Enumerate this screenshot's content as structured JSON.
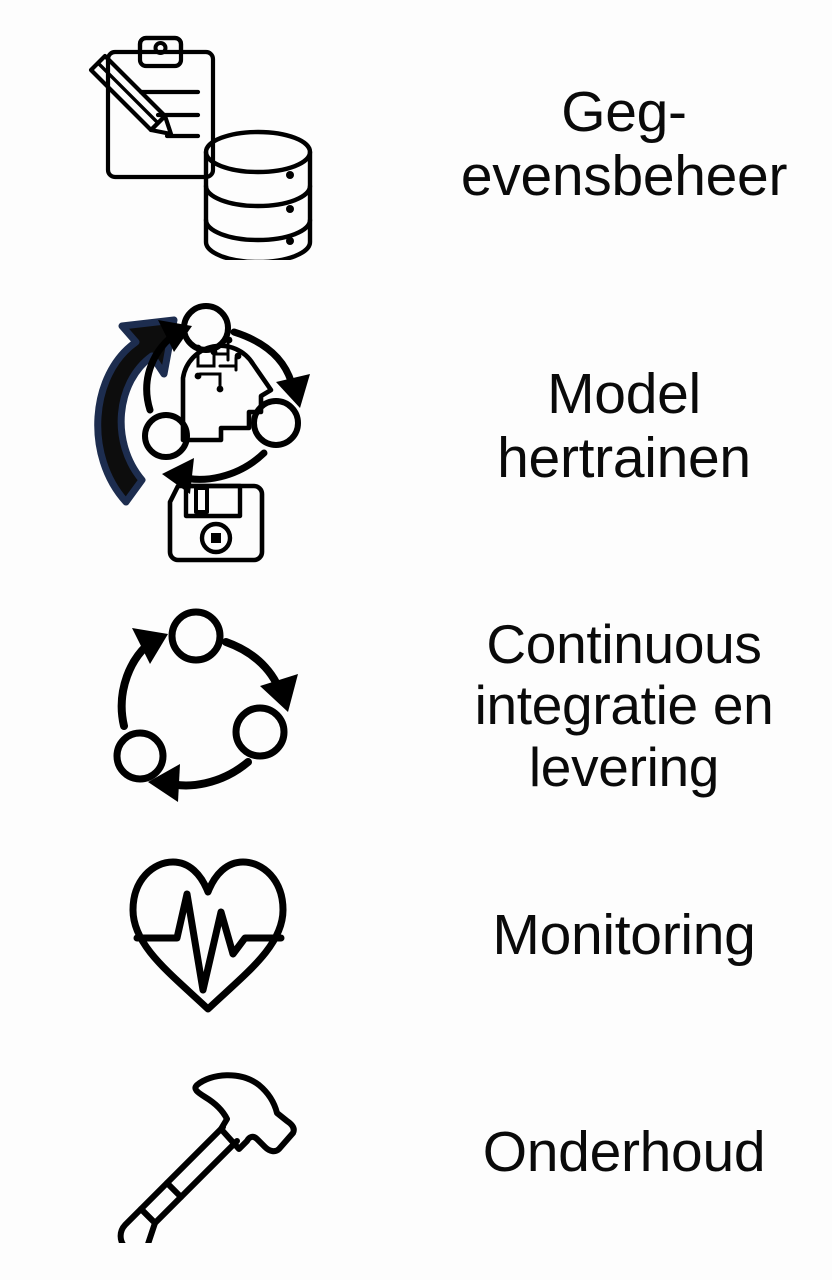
{
  "page": {
    "background_color": "#fdfdfd",
    "text_color": "#0a0a0a",
    "accent_color": "#1a2744",
    "layout": "two-column list of five icon + label rows"
  },
  "rows": [
    {
      "id": "gegevensbeheer",
      "label": "Geg-\nevensbeheer",
      "label_plain": "Gegevensbeheer",
      "icon_name": "clipboard-database-icon",
      "icon_description": "clipboard with pencil and three ruled lines next to a three-tier database cylinder"
    },
    {
      "id": "model-hertrainen",
      "label": "Model\nhertrainen",
      "label_plain": "Model hertrainen",
      "icon_name": "model-retrain-cycle-icon",
      "icon_description": "circular cycle of three nodes with AI head profile and floppy disk, plus a large navy refresh arrow"
    },
    {
      "id": "continuous-integratie-en-levering",
      "label": "Continuous\nintegratie en\nlevering",
      "label_plain": "Continuous integratie en levering",
      "icon_name": "ci-cd-cycle-icon",
      "icon_description": "three circles connected by three curved arrows forming a continuous loop"
    },
    {
      "id": "monitoring",
      "label": "Monitoring",
      "label_plain": "Monitoring",
      "icon_name": "heart-pulse-icon",
      "icon_description": "heart outline crossed by an ECG heartbeat line"
    },
    {
      "id": "onderhoud",
      "label": "Onderhoud",
      "label_plain": "Onderhoud",
      "icon_name": "hammer-icon",
      "icon_description": "claw hammer angled from lower left to upper right"
    }
  ]
}
